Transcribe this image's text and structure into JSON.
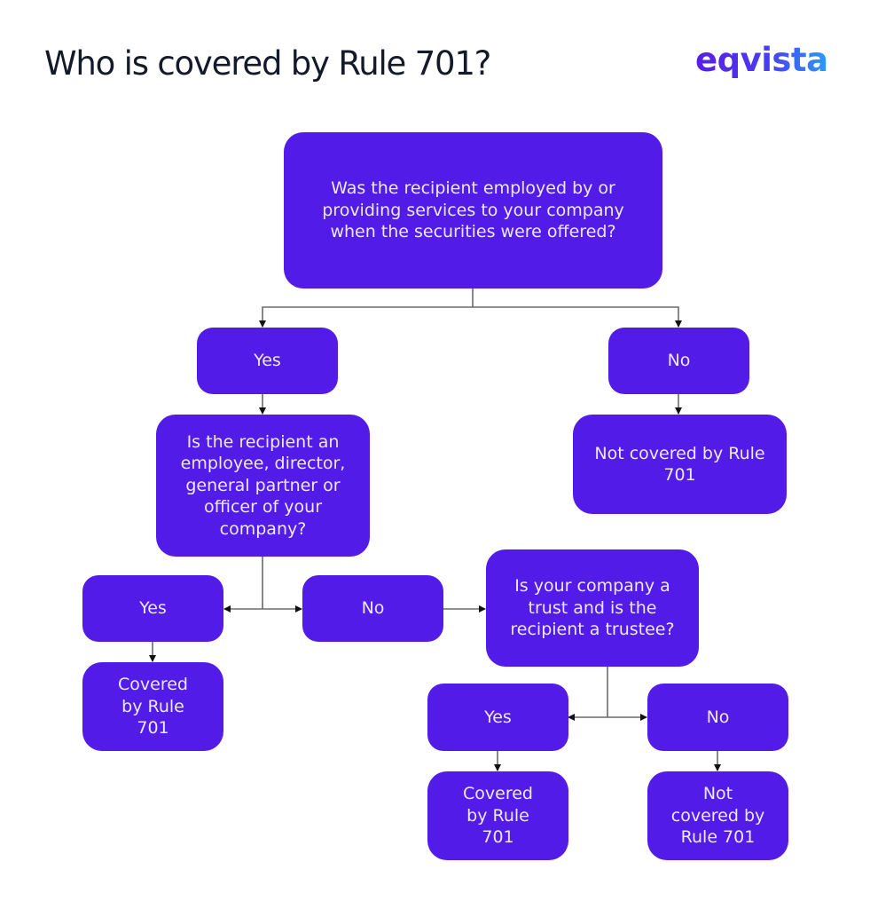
{
  "header": {
    "title": "Who is covered by Rule 701?",
    "logo": "eqvista"
  },
  "colors": {
    "node_fill": "#531be8",
    "node_text": "#ede8ff",
    "edge": "#6b6b6b",
    "title": "#151a2b",
    "logo_gradient": [
      "#5a1de8",
      "#2a9cf5"
    ]
  },
  "nodes": {
    "q1": "Was the recipient employed by or\nproviding services to your company\nwhen the securities were offered?",
    "q1_yes": "Yes",
    "q1_no": "No",
    "q1_no_result": "Not covered by Rule\n701",
    "q2": "Is the recipient an\nemployee, director,\ngeneral partner or\nofficer of your\ncompany?",
    "q2_yes": "Yes",
    "q2_yes_result": "Covered\nby Rule\n701",
    "q2_no": "No",
    "q3": "Is your company a\ntrust and is the\nrecipient a trustee?",
    "q3_yes": "Yes",
    "q3_yes_result": "Covered\nby Rule\n701",
    "q3_no": "No",
    "q3_no_result": "Not\ncovered by\nRule 701"
  },
  "edges": [
    {
      "from": "q1",
      "to": "q1_yes"
    },
    {
      "from": "q1",
      "to": "q1_no"
    },
    {
      "from": "q1_yes",
      "to": "q2"
    },
    {
      "from": "q1_no",
      "to": "q1_no_result"
    },
    {
      "from": "q2",
      "to": "q2_yes"
    },
    {
      "from": "q2",
      "to": "q2_no"
    },
    {
      "from": "q2_yes",
      "to": "q2_yes_result"
    },
    {
      "from": "q2_no",
      "to": "q3"
    },
    {
      "from": "q3",
      "to": "q3_yes"
    },
    {
      "from": "q3",
      "to": "q3_no"
    },
    {
      "from": "q3_yes",
      "to": "q3_yes_result"
    },
    {
      "from": "q3_no",
      "to": "q3_no_result"
    }
  ]
}
